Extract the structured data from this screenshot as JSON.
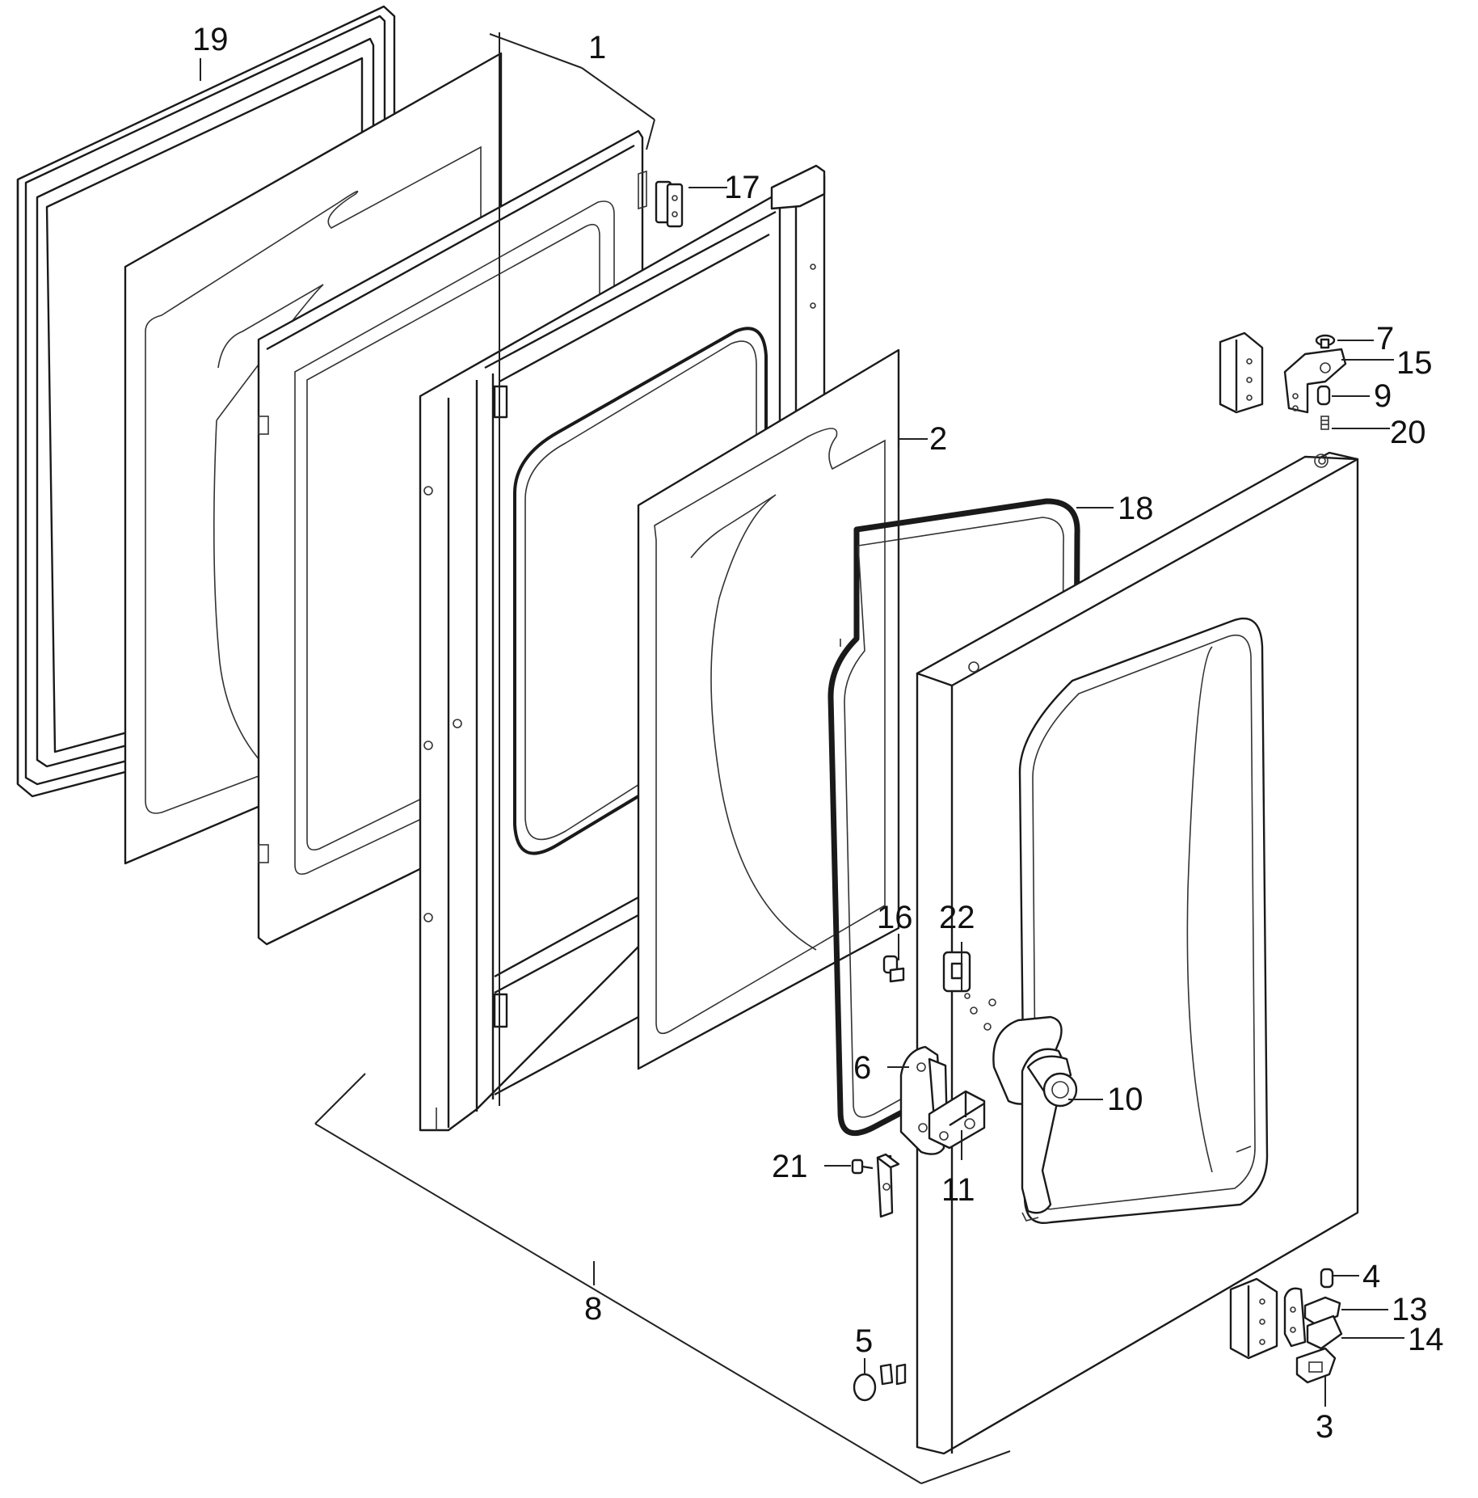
{
  "diagram": {
    "callouts": [
      {
        "id": "1",
        "label": "1"
      },
      {
        "id": "2",
        "label": "2"
      },
      {
        "id": "3",
        "label": "3"
      },
      {
        "id": "4",
        "label": "4"
      },
      {
        "id": "5",
        "label": "5"
      },
      {
        "id": "6",
        "label": "6"
      },
      {
        "id": "7",
        "label": "7"
      },
      {
        "id": "8",
        "label": "8"
      },
      {
        "id": "9",
        "label": "9"
      },
      {
        "id": "10",
        "label": "10"
      },
      {
        "id": "11",
        "label": "11"
      },
      {
        "id": "13",
        "label": "13"
      },
      {
        "id": "14",
        "label": "14"
      },
      {
        "id": "15",
        "label": "15"
      },
      {
        "id": "16",
        "label": "16"
      },
      {
        "id": "17",
        "label": "17"
      },
      {
        "id": "18",
        "label": "18"
      },
      {
        "id": "19",
        "label": "19"
      },
      {
        "id": "20",
        "label": "20"
      },
      {
        "id": "21",
        "label": "21"
      },
      {
        "id": "22",
        "label": "22"
      }
    ]
  }
}
